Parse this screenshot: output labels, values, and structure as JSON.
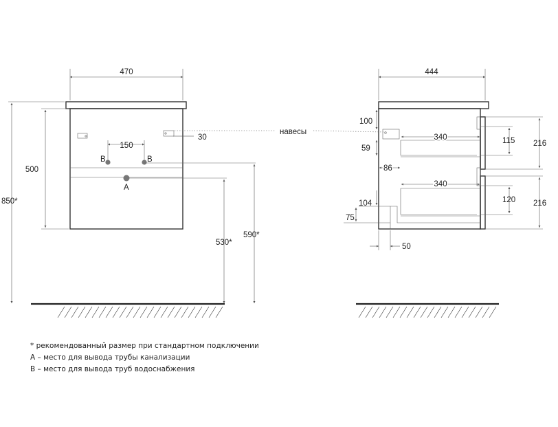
{
  "front_view": {
    "width": "470",
    "total_height": "850*",
    "body_height": "500",
    "b_spacing": "150",
    "side_offset": "30",
    "drain_height": "530*",
    "water_height": "590*",
    "b_label_left": "B",
    "b_label_right": "B",
    "a_label": "A"
  },
  "side_view": {
    "depth": "444",
    "hinges_label": "навесы",
    "top_offset": "100",
    "upper_drawer_depth": "340",
    "lower_drawer_depth": "340",
    "dim_59": "59",
    "dim_86": "86",
    "dim_115": "115",
    "dim_216_top": "216",
    "dim_104": "104",
    "dim_75": "75",
    "dim_120": "120",
    "dim_216_bottom": "216",
    "dim_50": "50"
  },
  "notes": [
    "* рекомендованный размер при стандартном подключении",
    "A – место для вывода трубы канализации",
    "B – место для вывода труб водоснабжения"
  ],
  "colors": {
    "line": "#333333",
    "pipe_dot": "#777777"
  }
}
